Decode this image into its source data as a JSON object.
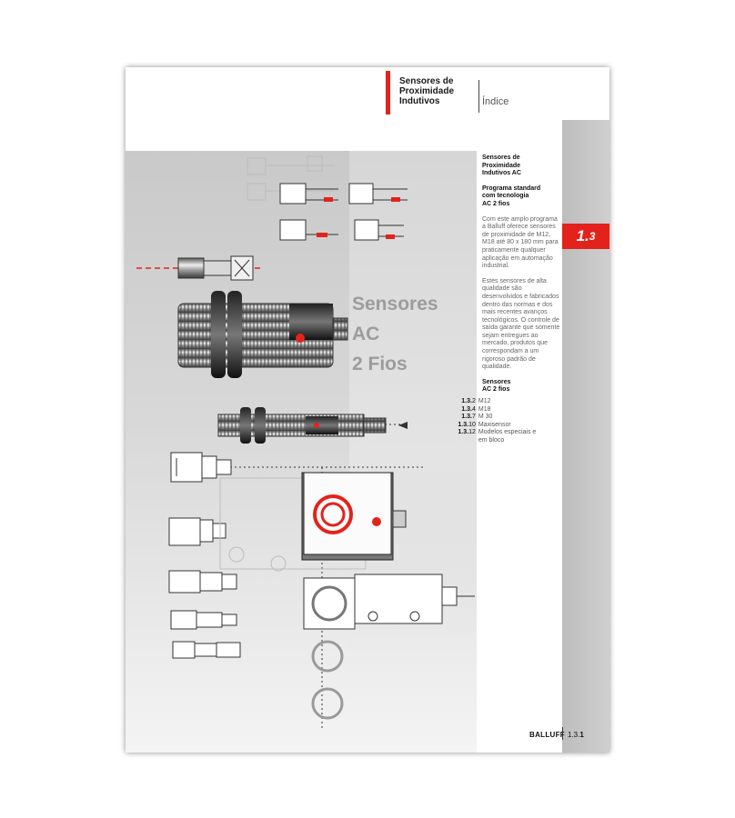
{
  "header": {
    "title_lines": [
      "Sensores de",
      "Proximidade",
      "Indutivos"
    ],
    "section": "Índice"
  },
  "tab": {
    "major": "1.",
    "minor": "3"
  },
  "cover_title": {
    "lines": [
      "Sensores",
      "AC",
      "2 Fios"
    ]
  },
  "sidebar": {
    "heading_lines": [
      "Sensores de",
      "Proximidade",
      "Indutivos AC"
    ],
    "subheading_lines": [
      "Programa standard",
      "com tecnologia",
      "AC 2 fios"
    ],
    "paragraph1": "Com este amplo programa a Balluff oferece sensores de proximidade de M12, M18 até 80 x 180 mm para praticamente qualquer aplicação em automação industrial.",
    "paragraph2": "Estes sensores de alta qualidade são desenvolvidos e fabricados dentro das normas e dos mais recentes avanços tecnológicos. O controle de saída garante que somente sejam entregues ao mercado, produtos que correspondam a um rigoroso padrão de qualidade.",
    "toc_heading_lines": [
      "Sensores",
      "AC 2 fios"
    ],
    "toc": [
      {
        "prefix": "1.3.",
        "page": "2",
        "label": "M12"
      },
      {
        "prefix": "1.3.",
        "page": "4",
        "label": "M18"
      },
      {
        "prefix": "1.3.",
        "page": "7",
        "label": "M 30"
      },
      {
        "prefix": "1.3.",
        "page": "10",
        "label": "Maxisensor"
      },
      {
        "prefix": "1.3.",
        "page": "12",
        "label": "Modelos especiais e em bloco"
      }
    ]
  },
  "footer": {
    "brand": "BALLUFF",
    "page_prefix": "1.3.",
    "page_number": "1"
  },
  "colors": {
    "accent_red": "#e3231b",
    "gray_band": "#c6c6c6",
    "title_gray": "#9c9c9c"
  }
}
